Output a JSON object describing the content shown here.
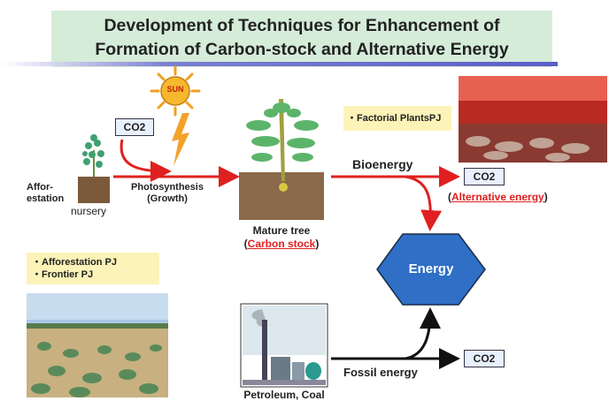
{
  "title": {
    "line1": "Development of Techniques for Enhancement of",
    "line2": "Formation of Carbon-stock and Alternative Energy"
  },
  "sun_label": "SUN",
  "co2_label": "CO2",
  "labels": {
    "affor_1": "Affor-",
    "affor_2": "estation",
    "nursery": "nursery",
    "photosynthesis": "Photosynthesis",
    "growth": "(Growth)",
    "mature_tree": "Mature tree",
    "carbon_paren_open": "(",
    "carbon_stock": "Carbon stock",
    "carbon_paren_close": ")",
    "bioenergy": "Bioenergy",
    "alt_paren_open": "(",
    "alternative_energy": "Alternative energy",
    "alt_paren_close": ")",
    "energy": "Energy",
    "fossil_energy": "Fossil energy",
    "petroleum_coal": "Petroleum, Coal"
  },
  "notes": {
    "factorial": "・Factorial PlantsPJ",
    "afforestation_pj": "・Afforestation PJ",
    "frontier_pj": "・Frontier PJ"
  },
  "colors": {
    "arrow_red": "#e02020",
    "title_bg": "#d5ecd9",
    "note_bg": "#fbf3b7",
    "energy_hex": "#2f6fc6"
  }
}
